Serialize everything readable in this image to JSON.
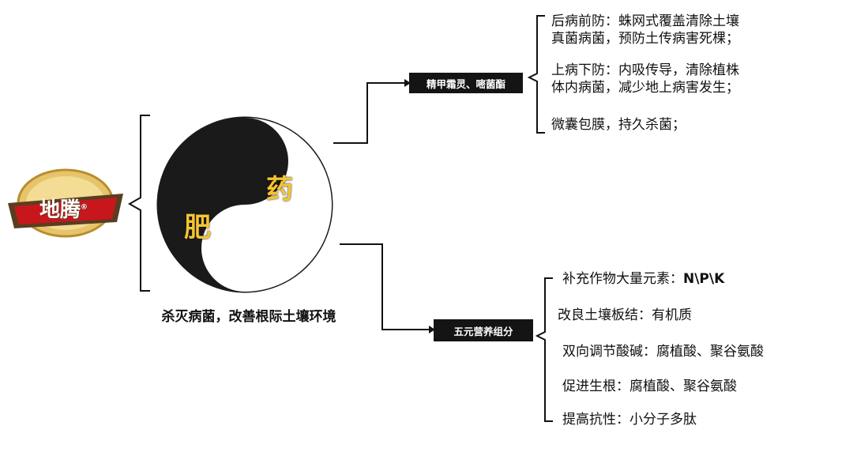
{
  "logo": {
    "text": "地腾",
    "registered": "®",
    "colors": {
      "gold": "#d7b25a",
      "brown": "#5a3d21",
      "red": "#c8161d"
    }
  },
  "taiji": {
    "char_fertilizer": "肥",
    "char_pesticide": "药",
    "char_color": "#f5c431"
  },
  "caption": "杀灭病菌，改善根际土壤环境",
  "upper_branch": {
    "box_label": "精甲霜灵、嘧菌酯",
    "items": [
      {
        "line1": "后病前防：蛛网式覆盖清除土壤",
        "line2": "真菌病菌，预防土传病害死棵；"
      },
      {
        "line1": "上病下防：内吸传导，清除植株",
        "line2": "体内病菌，减少地上病害发生；"
      },
      {
        "line1": "微囊包膜，持久杀菌；",
        "line2": ""
      }
    ]
  },
  "lower_branch": {
    "box_label": "五元营养组分",
    "items": [
      {
        "label": "补充作物大量元素：",
        "value": "N\\P\\K"
      },
      {
        "label": "改良土壤板结：有机质",
        "value": ""
      },
      {
        "label": "双向调节酸碱：腐植酸、聚谷氨酸",
        "value": ""
      },
      {
        "label": "促进生根：腐植酸、聚谷氨酸",
        "value": ""
      },
      {
        "label": "提高抗性：小分子多肽",
        "value": ""
      }
    ]
  }
}
